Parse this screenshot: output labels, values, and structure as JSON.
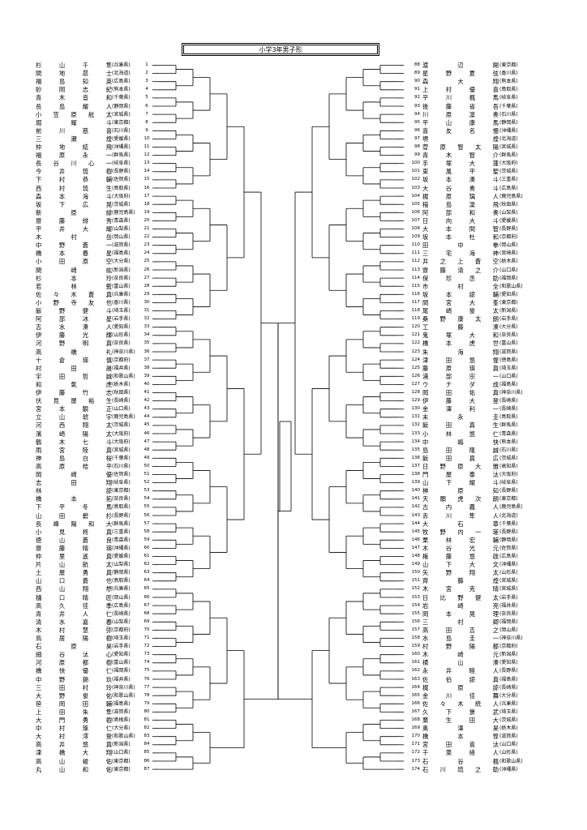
{
  "title": "小学3年男子形",
  "left": [
    {
      "seed": "1",
      "name": "杉山千隼",
      "pref": "(兵庫県)"
    },
    {
      "seed": "2",
      "name": "間地晨士",
      "pref": "(北海道)"
    },
    {
      "seed": "3",
      "name": "福島知英",
      "pref": "(広島県)"
    },
    {
      "seed": "4",
      "name": "砂岡志紀",
      "pref": "(熊本県)"
    },
    {
      "seed": "5",
      "name": "青木音和",
      "pref": "(千葉県)"
    },
    {
      "seed": "6",
      "name": "長島耀人",
      "pref": "(静岡県)"
    },
    {
      "seed": "7",
      "name": "小笠原舷太",
      "pref": "(宮城県)"
    },
    {
      "seed": "8",
      "name": "堀耀斗",
      "pref": "(東京都)"
    },
    {
      "seed": "9",
      "name": "前川慈喜",
      "pref": "(石川県)"
    },
    {
      "seed": "10",
      "name": "三瀬煌",
      "pref": "(愛媛県)"
    },
    {
      "seed": "11",
      "name": "仲地結飛",
      "pref": "(沖縄県)"
    },
    {
      "seed": "12",
      "name": "福原永一",
      "pref": "(群馬県)"
    },
    {
      "seed": "13",
      "name": "長谷川心一",
      "pref": "(岐阜県)"
    },
    {
      "seed": "14",
      "name": "今井琉樹",
      "pref": "(長野県)"
    },
    {
      "seed": "15",
      "name": "下村恭輔",
      "pref": "(佐賀県)"
    },
    {
      "seed": "16",
      "name": "西村琉生",
      "pref": "(鳥取県)"
    },
    {
      "seed": "17",
      "name": "森本海斗",
      "pref": "(大阪府)"
    },
    {
      "seed": "18",
      "name": "坂下広晃",
      "pref": "(茨城県)"
    },
    {
      "seed": "19",
      "name": "新原緑",
      "pref": "(鹿児島県)"
    },
    {
      "seed": "20",
      "name": "齋藤緋秀",
      "pref": "(青森県)"
    },
    {
      "seed": "21",
      "name": "平井大耀",
      "pref": "(山梨県)"
    },
    {
      "seed": "22",
      "name": "木村岳",
      "pref": "(岡山県)"
    },
    {
      "seed": "23",
      "name": "中野蒼一",
      "pref": "(滋賀県)"
    },
    {
      "seed": "24",
      "name": "橋本春星",
      "pref": "(福島県)"
    },
    {
      "seed": "25",
      "name": "小田原空",
      "pref": "(大分県)"
    },
    {
      "seed": "26",
      "name": "関崎紘",
      "pref": "(新潟県)"
    },
    {
      "seed": "27",
      "name": "杉本玲",
      "pref": "(奈良県)"
    },
    {
      "seed": "28",
      "name": "若林藍",
      "pref": "(富山県)"
    },
    {
      "seed": "29",
      "name": "佐々木蒼真",
      "pref": "(兵庫県)"
    },
    {
      "seed": "30",
      "name": "小野寺友也",
      "pref": "(香川県)"
    },
    {
      "seed": "31",
      "name": "飯野健斗",
      "pref": "(埼玉県)"
    },
    {
      "seed": "32",
      "name": "阿部冰星",
      "pref": "(岩手県)"
    },
    {
      "seed": "33",
      "name": "吉水湊人",
      "pref": "(愛知県)"
    },
    {
      "seed": "34",
      "name": "伊藤光輝",
      "pref": "(山形県)"
    },
    {
      "seed": "35",
      "name": "河野明真",
      "pref": "(奈良県)"
    },
    {
      "seed": "36",
      "name": "高橋礼",
      "pref": "(神奈川県)"
    },
    {
      "seed": "37",
      "name": "十倉瑛慎",
      "pref": "(京都府)"
    },
    {
      "seed": "38",
      "name": "村田晟",
      "pref": "(福井県)"
    },
    {
      "seed": "39",
      "name": "宇田哲誠",
      "pref": "(和歌山県)"
    },
    {
      "seed": "40",
      "name": "和氣虎",
      "pref": "(栃木県)"
    },
    {
      "seed": "41",
      "name": "伊藤竹志",
      "pref": "(秋田県)"
    },
    {
      "seed": "42",
      "name": "伏見屋裕生",
      "pref": "(長崎県)"
    },
    {
      "seed": "43",
      "name": "宮本観正",
      "pref": "(山口県)"
    },
    {
      "seed": "44",
      "name": "立山琥宇",
      "pref": "(鹿児島県)"
    },
    {
      "seed": "45",
      "name": "河西翔太",
      "pref": "(茨城県)"
    },
    {
      "seed": "46",
      "name": "濱崎陽太",
      "pref": "(大阪府)"
    },
    {
      "seed": "47",
      "name": "鶴木七斗",
      "pref": "(大阪府)"
    },
    {
      "seed": "48",
      "name": "雨宮陸真",
      "pref": "(宮城県)"
    },
    {
      "seed": "49",
      "name": "神島白桜",
      "pref": "(千葉県)"
    },
    {
      "seed": "50",
      "name": "高原桔平",
      "pref": "(石川県)"
    },
    {
      "seed": "51",
      "name": "岡崎優",
      "pref": "(佐賀県)"
    },
    {
      "seed": "52",
      "name": "志田翔",
      "pref": "(岐阜県)"
    },
    {
      "seed": "53",
      "name": "林諒",
      "pref": "(東京都)"
    },
    {
      "seed": "54",
      "name": "橋本拓",
      "pref": "(奈良県)"
    },
    {
      "seed": "55",
      "name": "下平冬馬",
      "pref": "(鳥取県)"
    },
    {
      "seed": "56",
      "name": "山田碧杉",
      "pref": "(長野県)"
    },
    {
      "seed": "57",
      "name": "長峰陽和大",
      "pref": "(群馬県)"
    },
    {
      "seed": "58",
      "name": "小見柊真",
      "pref": "(三重県)"
    },
    {
      "seed": "59",
      "name": "徳山蒼良",
      "pref": "(青森県)"
    },
    {
      "seed": "60",
      "name": "齋藤晴瑛",
      "pref": "(沖縄県)"
    },
    {
      "seed": "61",
      "name": "仲里遙真",
      "pref": "(愛媛県)"
    },
    {
      "seed": "62",
      "name": "片山航太",
      "pref": "(山梨県)"
    },
    {
      "seed": "63",
      "name": "土屋勇真",
      "pref": "(静岡県)"
    },
    {
      "seed": "64",
      "name": "山口蒼也",
      "pref": "(鳥取県)"
    },
    {
      "seed": "65",
      "name": "西山翔想",
      "pref": "(兵庫県)"
    },
    {
      "seed": "66",
      "name": "樋口晴匠",
      "pref": "(岡山県)"
    },
    {
      "seed": "67",
      "name": "高久佳季",
      "pref": "(広島県)"
    },
    {
      "seed": "68",
      "name": "青井人仁",
      "pref": "(長崎県)"
    },
    {
      "seed": "69",
      "name": "清水嘉春",
      "pref": "(山梨県)"
    },
    {
      "seed": "70",
      "name": "木村慧弥",
      "pref": "(京都府)"
    },
    {
      "seed": "71",
      "name": "鳥居陽樹",
      "pref": "(埼玉県)"
    },
    {
      "seed": "72",
      "name": "石原昊",
      "pref": "(岩手県)"
    },
    {
      "seed": "73",
      "name": "細谷汰心",
      "pref": "(愛知県)"
    },
    {
      "seed": "74",
      "name": "河原都樹",
      "pref": "(富山県)"
    },
    {
      "seed": "75",
      "name": "橋快優仁",
      "pref": "(福岡県)"
    },
    {
      "seed": "76",
      "name": "中野錦玖",
      "pref": "(福井県)"
    },
    {
      "seed": "77",
      "name": "三田村玲",
      "pref": "(神奈川県)"
    },
    {
      "seed": "78",
      "name": "大野俊佑",
      "pref": "(和歌山県)"
    },
    {
      "seed": "79",
      "name": "笹岡田輔",
      "pref": "(福島県)"
    },
    {
      "seed": "80",
      "name": "上田朱隼",
      "pref": "(滋賀県)"
    },
    {
      "seed": "81",
      "name": "大門勇樹",
      "pref": "(島根県)"
    },
    {
      "seed": "82",
      "name": "中村琢仁",
      "pref": "(大分県)"
    },
    {
      "seed": "83",
      "name": "大村澪登",
      "pref": "(和歌山県)"
    },
    {
      "seed": "84",
      "name": "高井悠真",
      "pref": "(新潟県)"
    },
    {
      "seed": "85",
      "name": "津橋大翔",
      "pref": "(山口県)"
    },
    {
      "seed": "86",
      "name": "高山峻佑",
      "pref": "(東京都)"
    },
    {
      "seed": "87",
      "name": "丸山和佑",
      "pref": "(東京都)"
    }
  ],
  "right": [
    {
      "seed": "88",
      "name": "渡辺開",
      "pref": "(東京都)"
    },
    {
      "seed": "89",
      "name": "星野夏弦",
      "pref": "(香川県)"
    },
    {
      "seed": "90",
      "name": "森大翔",
      "pref": "(熊本県)"
    },
    {
      "seed": "91",
      "name": "上村優喜",
      "pref": "(鳥取県)"
    },
    {
      "seed": "92",
      "name": "平川楓馬",
      "pref": "(岐阜県)"
    },
    {
      "seed": "93",
      "name": "後藤省吾",
      "pref": "(千葉県)"
    },
    {
      "seed": "94",
      "name": "川原凜奏",
      "pref": "(石川県)"
    },
    {
      "seed": "95",
      "name": "平山康馬",
      "pref": "(静岡県)"
    },
    {
      "seed": "96",
      "name": "喜友名慢",
      "pref": "(沖縄県)"
    },
    {
      "seed": "97",
      "name": "堺煌",
      "pref": "(北海道)"
    },
    {
      "seed": "98",
      "name": "菅原智太陽",
      "pref": "(宮城県)"
    },
    {
      "seed": "99",
      "name": "青木智介",
      "pref": "(群馬県)"
    },
    {
      "seed": "100",
      "name": "手塚大蓮",
      "pref": "(大阪府)"
    },
    {
      "seed": "101",
      "name": "東風平聖",
      "pref": "(茨城県)"
    },
    {
      "seed": "102",
      "name": "坂本湊斗",
      "pref": "(三重県)"
    },
    {
      "seed": "103",
      "name": "大谷奏斗",
      "pref": "(広島県)"
    },
    {
      "seed": "104",
      "name": "梶原璃人",
      "pref": "(鹿児島県)"
    },
    {
      "seed": "105",
      "name": "稲島凜飛",
      "pref": "(秋田県)"
    },
    {
      "seed": "106",
      "name": "阿部和奏",
      "pref": "(山梨県)"
    },
    {
      "seed": "107",
      "name": "日向大斗",
      "pref": "(愛媛県)"
    },
    {
      "seed": "108",
      "name": "大本間智",
      "pref": "(長野県)"
    },
    {
      "seed": "109",
      "name": "坂本杜和",
      "pref": "(京都府)"
    },
    {
      "seed": "110",
      "name": "田中拳",
      "pref": "(岡山県)"
    },
    {
      "seed": "111",
      "name": "三宅海神",
      "pref": "(宮崎県)"
    },
    {
      "seed": "112",
      "name": "井之上蒼空",
      "pref": "(栃木県)"
    },
    {
      "seed": "113",
      "name": "齋藤清之介",
      "pref": "(山口県)"
    },
    {
      "seed": "114",
      "name": "保珍丞助",
      "pref": "(福岡県)"
    },
    {
      "seed": "115",
      "name": "市村全",
      "pref": "(和歌山県)"
    },
    {
      "seed": "116",
      "name": "坂本諒輔",
      "pref": "(愛知県)"
    },
    {
      "seed": "117",
      "name": "間宮大峯",
      "pref": "(東京都)"
    },
    {
      "seed": "118",
      "name": "尾崎俊太",
      "pref": "(新潟県)"
    },
    {
      "seed": "119",
      "name": "桑野康太朗",
      "pref": "(岩手県)"
    },
    {
      "seed": "120",
      "name": "工藤湊",
      "pref": "(大分県)"
    },
    {
      "seed": "121",
      "name": "鬼塚大和",
      "pref": "(奈良県)"
    },
    {
      "seed": "122",
      "name": "橋本虎世",
      "pref": "(富山県)"
    },
    {
      "seed": "123",
      "name": "朱海翔",
      "pref": "(滋賀県)"
    },
    {
      "seed": "124",
      "name": "津田悠惺",
      "pref": "(徳島県)"
    },
    {
      "seed": "125",
      "name": "藤原瑛真",
      "pref": "(埼玉県)"
    },
    {
      "seed": "126",
      "name": "浦部宗一",
      "pref": "(山口県)"
    },
    {
      "seed": "127",
      "name": "ウチダ成",
      "pref": "(福島県)"
    },
    {
      "seed": "128",
      "name": "岡田佑真",
      "pref": "(神奈川県)"
    },
    {
      "seed": "129",
      "name": "伊藤大登",
      "pref": "(長崎県)"
    },
    {
      "seed": "130",
      "name": "金澤利一",
      "pref": "(長崎県)"
    },
    {
      "seed": "131",
      "name": "末永圭",
      "pref": "(鳥取県)"
    },
    {
      "seed": "132",
      "name": "飯田真生",
      "pref": "(群馬県)"
    },
    {
      "seed": "133",
      "name": "小林悠仁",
      "pref": "(青森県)"
    },
    {
      "seed": "134",
      "name": "中嶋快",
      "pref": "(熊本県)"
    },
    {
      "seed": "135",
      "name": "島田隆誠",
      "pref": "(石川県)"
    },
    {
      "seed": "136",
      "name": "飯田真広",
      "pref": "(茨城県)"
    },
    {
      "seed": "137",
      "name": "日野原大雅",
      "pref": "(高知県)"
    },
    {
      "seed": "138",
      "name": "門屋泰汰",
      "pref": "(大阪府)"
    },
    {
      "seed": "139",
      "name": "山下耀斗",
      "pref": "(岐阜県)"
    },
    {
      "seed": "140",
      "name": "榊原知",
      "pref": "(長野県)"
    },
    {
      "seed": "141",
      "name": "天願虎次朗",
      "pref": "(東京都)"
    },
    {
      "seed": "142",
      "name": "古内義人",
      "pref": "(鹿児島県)"
    },
    {
      "seed": "143",
      "name": "赤川隼人",
      "pref": "(北海道)"
    },
    {
      "seed": "144",
      "name": "大石章",
      "pref": "(千葉県)"
    },
    {
      "seed": "145",
      "name": "牧野内一瑳",
      "pref": "(長野県)"
    },
    {
      "seed": "146",
      "name": "栗林宏輔",
      "pref": "(静岡県)"
    },
    {
      "seed": "147",
      "name": "木谷光元",
      "pref": "(佐賀県)"
    },
    {
      "seed": "148",
      "name": "権藤悠政",
      "pref": "(広島県)"
    },
    {
      "seed": "149",
      "name": "山下大文",
      "pref": "(沖縄県)"
    },
    {
      "seed": "150",
      "name": "矢野翔太",
      "pref": "(山形県)"
    },
    {
      "seed": "151",
      "name": "齊藤煌",
      "pref": "(宮城県)"
    },
    {
      "seed": "152",
      "name": "木宮克晴",
      "pref": "(宮城県)"
    },
    {
      "seed": "153",
      "name": "日比野健太",
      "pref": "(岩手県)"
    },
    {
      "seed": "154",
      "name": "岩崎亮",
      "pref": "(福井県)"
    },
    {
      "seed": "155",
      "name": "岡本晃理",
      "pref": "(奈良県)"
    },
    {
      "seed": "156",
      "name": "三村卿",
      "pref": "(福岡県)"
    },
    {
      "seed": "157",
      "name": "高田吉之",
      "pref": "(岡山県)"
    },
    {
      "seed": "158",
      "name": "水島圭一",
      "pref": "(神奈川県)"
    },
    {
      "seed": "159",
      "name": "村野陽都",
      "pref": "(京都府)"
    },
    {
      "seed": "160",
      "name": "木崎元",
      "pref": "(新潟県)"
    },
    {
      "seed": "161",
      "name": "横山湊",
      "pref": "(愛知県)"
    },
    {
      "seed": "162",
      "name": "永井睦人",
      "pref": "(長野県)"
    },
    {
      "seed": "163",
      "name": "佐伯諒真",
      "pref": "(福島県)"
    },
    {
      "seed": "164",
      "name": "梶原諒",
      "pref": "(長崎県)"
    },
    {
      "seed": "165",
      "name": "金川佳舞",
      "pref": "(大分県)"
    },
    {
      "seed": "166",
      "name": "佐々木統人",
      "pref": "(兵庫県)"
    },
    {
      "seed": "167",
      "name": "久下褒武",
      "pref": "(埼玉県)"
    },
    {
      "seed": "168",
      "name": "粟生田大",
      "pref": "(茨城県)"
    },
    {
      "seed": "169",
      "name": "奥澤昊",
      "pref": "(栃木県)"
    },
    {
      "seed": "170",
      "name": "橋本惇",
      "pref": "(滋賀県)"
    },
    {
      "seed": "171",
      "name": "宮田喜汰",
      "pref": "(山口県)"
    },
    {
      "seed": "172",
      "name": "千葉綾人",
      "pref": "(山形県)"
    },
    {
      "seed": "173",
      "name": "石谷楓",
      "pref": "(和歌山県)"
    },
    {
      "seed": "174",
      "name": "石川琉之助",
      "pref": "(沖縄県)"
    }
  ]
}
